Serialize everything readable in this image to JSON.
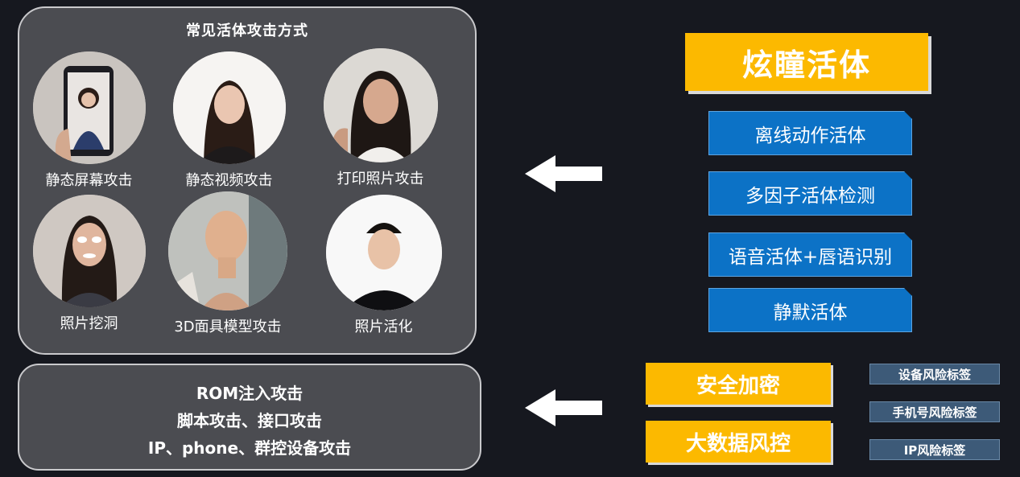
{
  "attack_panel": {
    "title": "常见活体攻击方式",
    "methods": [
      {
        "label": "静态屏幕攻击",
        "icon": "phone-screen-photo-icon"
      },
      {
        "label": "静态视频攻击",
        "icon": "portrait-photo-icon"
      },
      {
        "label": "打印照片攻击",
        "icon": "printed-photo-icon"
      },
      {
        "label": "照片挖洞",
        "icon": "cutout-photo-icon"
      },
      {
        "label": "3D面具模型攻击",
        "icon": "mannequin-head-icon"
      },
      {
        "label": "照片活化",
        "icon": "animated-photo-icon"
      }
    ]
  },
  "rom_panel": {
    "lines": [
      "ROM注入攻击",
      "脚本攻击、接口攻击",
      "IP、phone、群控设备攻击"
    ]
  },
  "liveness": {
    "title": "炫瞳活体",
    "features": [
      "离线动作活体",
      "多因子活体检测",
      "语音活体+唇语识别",
      "静默活体"
    ]
  },
  "risk": {
    "buttons": [
      "安全加密",
      "大数据风控"
    ],
    "tags": [
      "设备风险标签",
      "手机号风险标签",
      "IP风险标签"
    ]
  },
  "colors": {
    "background": "#16181f",
    "panel": "#4b4c51",
    "accent_yellow": "#fcb900",
    "feature_blue": "#0c72c6",
    "tag_blue": "#3d5a78"
  }
}
